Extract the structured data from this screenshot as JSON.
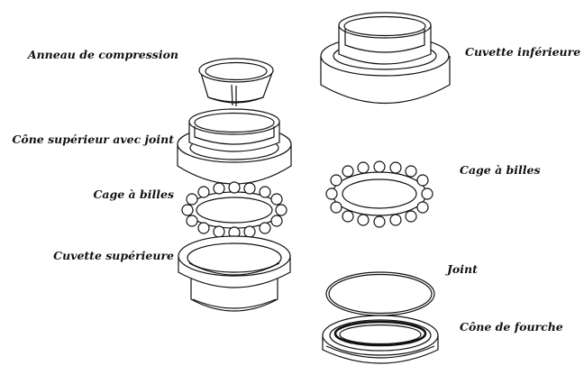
{
  "diagram": {
    "labels": {
      "compression_ring": "Anneau de compression",
      "lower_cup": "Cuvette inférieure",
      "upper_cone": "Cône supérieur avec joint",
      "ball_cage_left": "Cage à billes",
      "ball_cage_right": "Cage à billes",
      "upper_cup": "Cuvette supérieure",
      "seal": "Joint",
      "fork_cone": "Cône de fourche"
    },
    "colors": {
      "line": "#111111",
      "fill": "#ffffff"
    }
  }
}
